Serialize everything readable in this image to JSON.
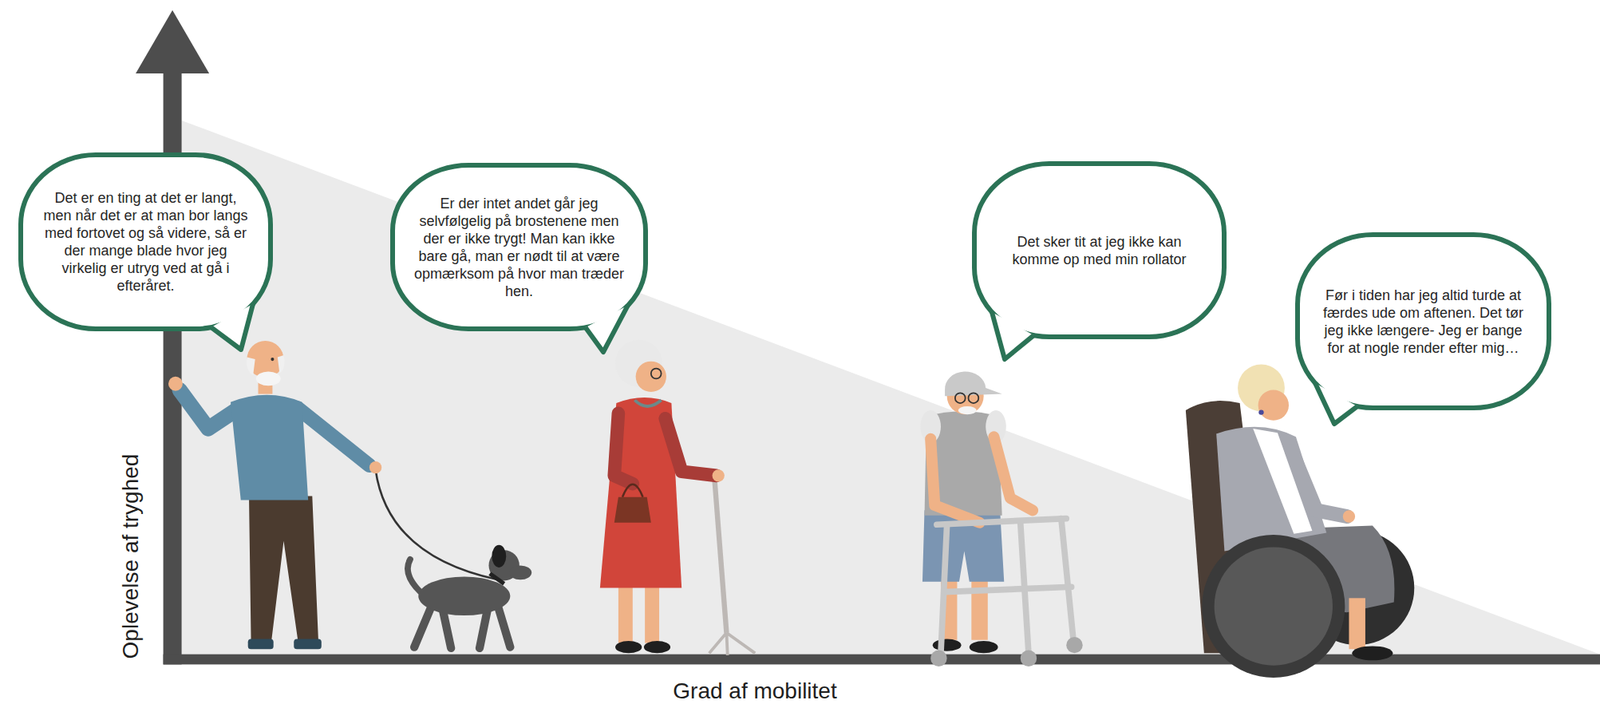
{
  "diagram": {
    "nodes": [
      {
        "text": [
          "Det er en ting at det er langt, men når det er at man bor langs med fortovet og så videre, så er der mange blade hvor jeg virkelig er utryg ved at gå i efteråret."
        ]
      },
      {
        "text": [
          "Er der intet andet går jeg selvfølgelig på brostenene men der er ikke trygt! Man kan ikke bare gå, man er nødt til at være opmærksom på hvor man træder hen."
        ]
      },
      {
        "text": [
          "Det sker tit at jeg ikke kan komme op med min rollator"
        ]
      },
      {
        "text": [
          "Før i tiden har jeg altid turde at færdes ude om aftenen. Det tør jeg ikke længere- Jeg er bange for at nogle render efter mig…"
        ]
      }
    ],
    "labels": [
      "Oplevelse af tryghed",
      "Grad af mobilitet"
    ]
  }
}
